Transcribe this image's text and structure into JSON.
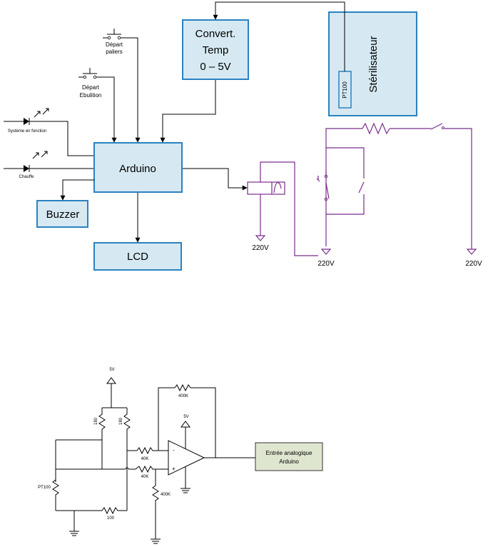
{
  "block_diagram": {
    "arduino": "Arduino",
    "buzzer": "Buzzer",
    "lcd": "LCD",
    "converter_line1": "Convert.",
    "converter_line2": "Temp",
    "converter_line3": "0 – 5V",
    "sterilizer": "Stérilisateur",
    "pt100_probe": "PT100",
    "depart_paliers_1": "Départ",
    "depart_paliers_2": "paliers",
    "depart_ebullition_1": "Départ",
    "depart_ebullition_2": "Ebulition",
    "led_systeme": "Système en fonction",
    "led_chauffe": "Chauffe",
    "v_relay": "220V",
    "v_mid": "220V",
    "v_right": "220V"
  },
  "circuit": {
    "vcc_top": "5V",
    "vcc_opamp": "5V",
    "r_bridge_left": "180",
    "r_bridge_right": "180",
    "r_feedback": "400K",
    "r_in_top": "40K",
    "r_in_bottom": "40K",
    "r_ground": "400K",
    "r_bottom": "100",
    "pt100": "PT100",
    "opamp_minus": "-",
    "opamp_plus": "+",
    "output_line1": "Entrée analogique",
    "output_line2": "Arduino"
  }
}
